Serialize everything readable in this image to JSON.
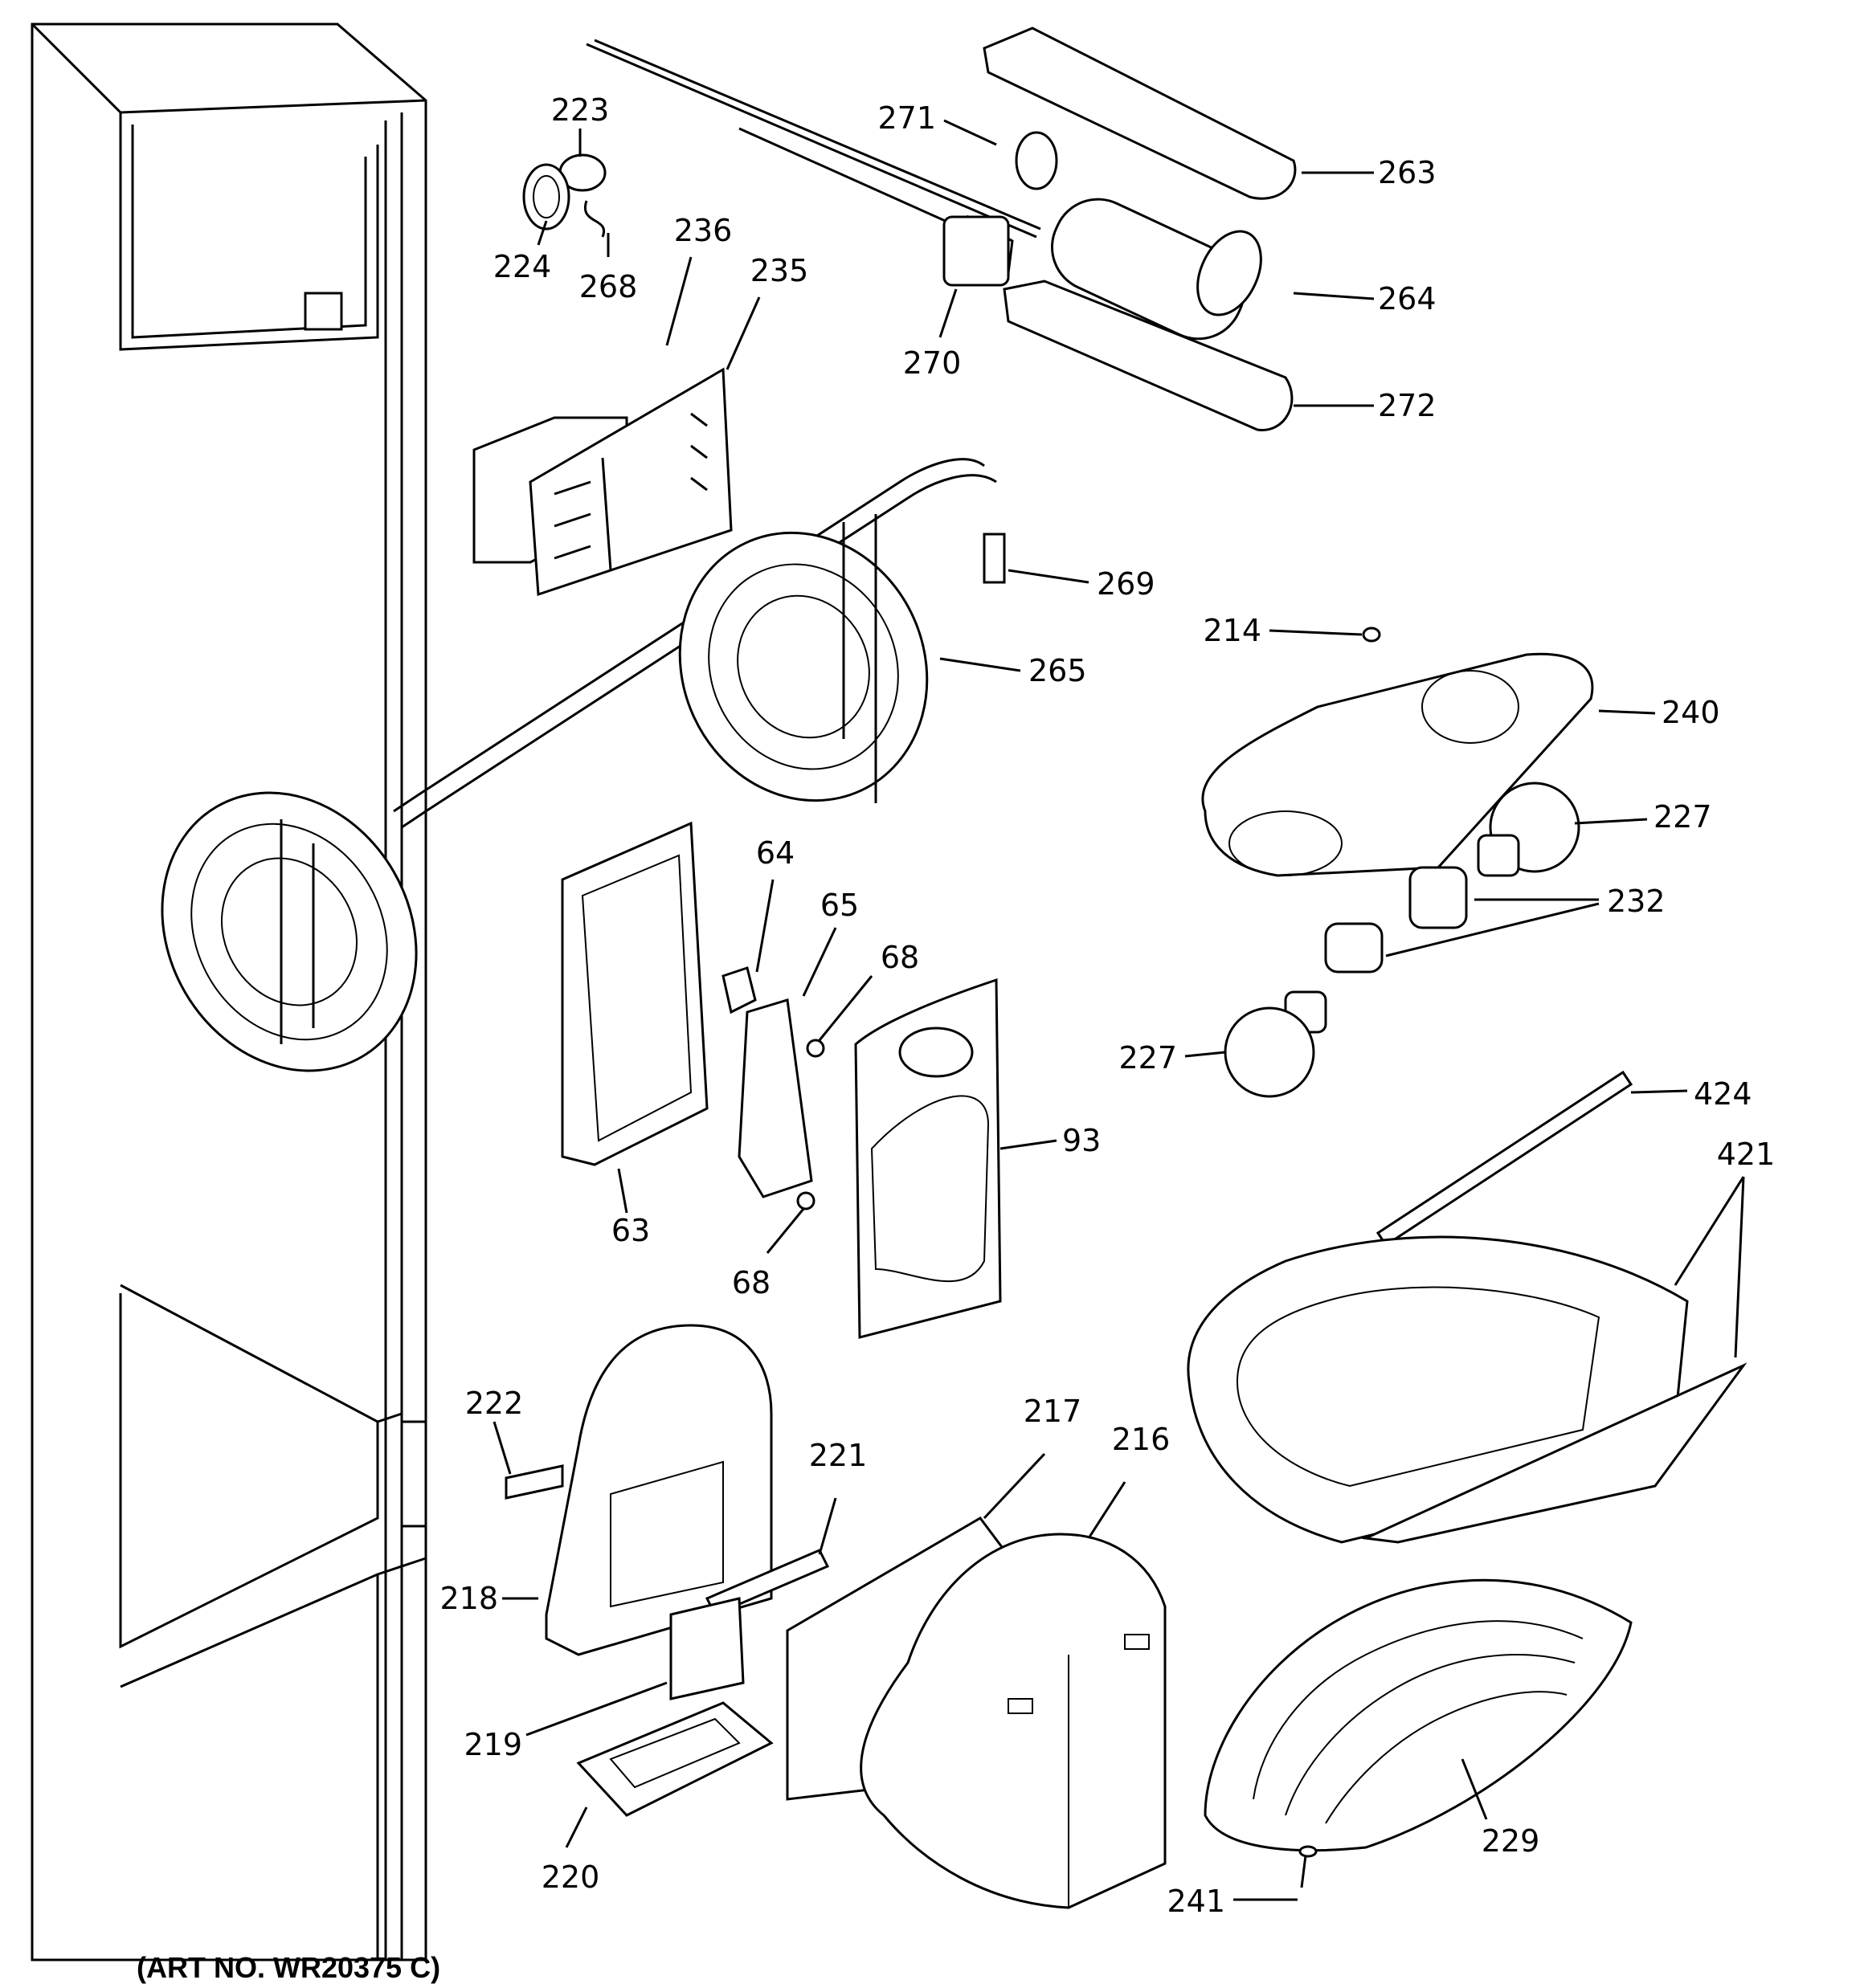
{
  "labels": {
    "l223": "223",
    "l224": "224",
    "l268": "268",
    "l236": "236",
    "l235": "235",
    "l271": "271",
    "l263": "263",
    "l264": "264",
    "l270": "270",
    "l272": "272",
    "l269": "269",
    "l265": "265",
    "l214": "214",
    "l240": "240",
    "l227a": "227",
    "l232": "232",
    "l227b": "227",
    "l64": "64",
    "l65": "65",
    "l68a": "68",
    "l93": "93",
    "l63": "63",
    "l68b": "68",
    "l424": "424",
    "l421": "421",
    "l222": "222",
    "l221": "221",
    "l217": "217",
    "l216": "216",
    "l218": "218",
    "l219": "219",
    "l220": "220",
    "l229": "229",
    "l241": "241"
  },
  "art_number": "(ART NO. WR20375 C)"
}
